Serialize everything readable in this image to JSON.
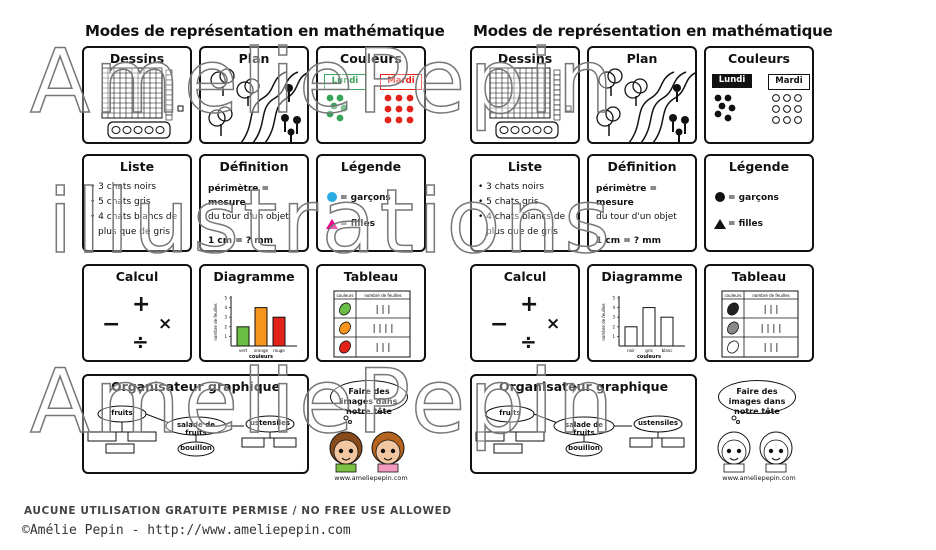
{
  "panels": [
    {
      "title": "Modes de représentation en mathématique",
      "cards": {
        "dessins": "Dessins",
        "plan": "Plan",
        "couleurs": "Couleurs",
        "couleurs_day1": "Lundi",
        "couleurs_day2": "Mardi",
        "liste": "Liste",
        "liste_items": [
          "3 chats noirs",
          "5 chats gris",
          "4 chats blancs de",
          "plus que de gris"
        ],
        "definition": "Définition",
        "def_line1": "périmètre = mesure",
        "def_line2": "du tour d'un objet",
        "def_line3": "1 cm = ? mm",
        "legende": "Légende",
        "legende_1": "= garçons",
        "legende_2": "= filles",
        "calcul": "Calcul",
        "diagramme": "Diagramme",
        "tableau": "Tableau",
        "tab_col1": "couleurs",
        "tab_col2": "nombre de feuilles",
        "organisateur": "Organisateur graphique",
        "org_words": [
          "fruits",
          "salade de fruits",
          "ustensiles",
          "bouillon"
        ],
        "thought": "Faire des images dans notre tête",
        "url": "www.ameliepepin.com"
      },
      "chart_data": {
        "type": "bar",
        "categories": [
          "vert",
          "orange",
          "rouge"
        ],
        "values": [
          2,
          4,
          3
        ],
        "colors": [
          "#6abd45",
          "#f7941d",
          "#e2231a"
        ],
        "xlabel": "couleurs",
        "ylabel": "nombre de feuilles",
        "ylim": [
          0,
          5
        ]
      }
    },
    {
      "title": "Modes de représentation en mathématique",
      "cards": {
        "dessins": "Dessins",
        "plan": "Plan",
        "couleurs": "Couleurs",
        "couleurs_day1": "Lundi",
        "couleurs_day2": "Mardi",
        "liste": "Liste",
        "liste_items": [
          "3 chats noirs",
          "5 chats gris",
          "4 chats blancs de",
          "plus que de gris"
        ],
        "definition": "Définition",
        "def_line1": "périmètre = mesure",
        "def_line2": "du tour d'un objet",
        "def_line3": "1 cm = ? mm",
        "legende": "Légende",
        "legende_1": "= garçons",
        "legende_2": "= filles",
        "calcul": "Calcul",
        "diagramme": "Diagramme",
        "tableau": "Tableau",
        "tab_col1": "couleurs",
        "tab_col2": "nombre de feuilles",
        "organisateur": "Organisateur graphique",
        "org_words": [
          "fruits",
          "salade de fruits",
          "ustensiles",
          "bouillon"
        ],
        "thought": "Faire des images dans notre tête",
        "url": "www.ameliepepin.com"
      },
      "chart_data": {
        "type": "bar",
        "categories": [
          "noir",
          "gris",
          "blanc"
        ],
        "values": [
          2,
          4,
          3
        ],
        "colors": [
          "#ffffff",
          "#ffffff",
          "#ffffff"
        ],
        "xlabel": "couleurs",
        "ylabel": "nombre de feuilles",
        "ylim": [
          0,
          5
        ]
      }
    }
  ],
  "watermark": {
    "line1": "AmeliePepin",
    "line2": "illustrations",
    "line3": "AmeliePepin"
  },
  "footer": {
    "notice": "AUCUNE UTILISATION GRATUITE PERMISE / NO FREE USE ALLOWED",
    "copyright": "©Amélie Pepin - http://www.ameliepepin.com"
  }
}
